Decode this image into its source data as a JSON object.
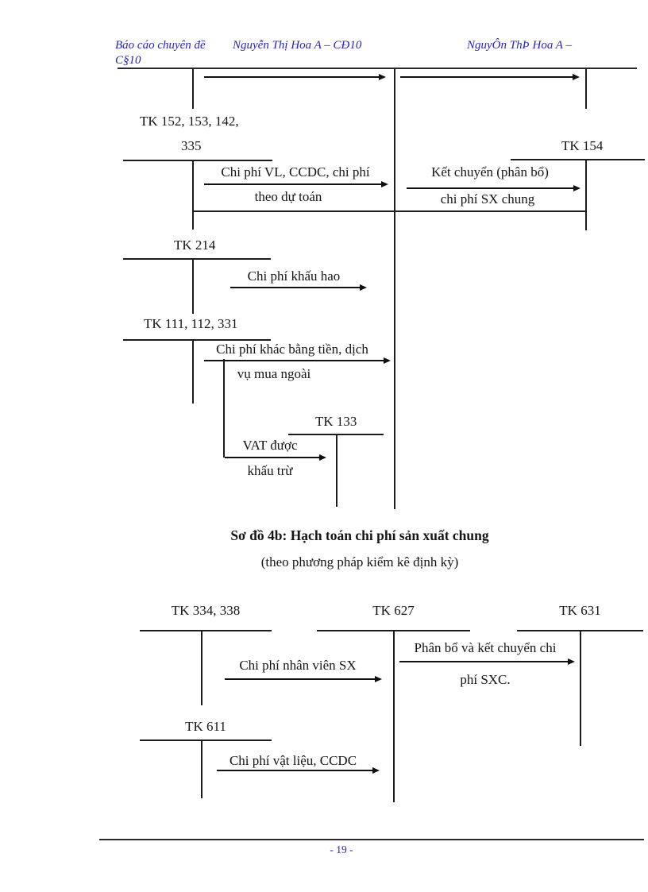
{
  "colors": {
    "header_text": "#2424c4",
    "ink": "#1d1d1d"
  },
  "header": {
    "report_title": "Báo cáo chuyên đề",
    "author_1": "Nguyễn Thị Hoa A – CĐ10",
    "author_2": "NguyÔn ThÞ Hoa A –",
    "author_2_cont": "C§10"
  },
  "top_diagram": {
    "accounts": {
      "tk152": {
        "line1": "TK 152, 153, 142,",
        "line2": "335"
      },
      "tk154": {
        "label": "TK 154"
      },
      "tk214": {
        "label": "TK 214"
      },
      "tk111": {
        "label": "TK 111, 112, 331"
      },
      "tk133": {
        "label": "TK 133"
      }
    },
    "flows": {
      "vl_ccdc": {
        "line1": "Chi phí VL, CCDC, chi phí",
        "line2": "theo dự toán"
      },
      "ket_chuyen": {
        "line1": "Kết chuyển (phân bổ)",
        "line2": "chi phí SX chung"
      },
      "khau_hao": {
        "line1": "Chi phí khấu hao"
      },
      "khac_tien": {
        "line1": "Chi phí khác bằng tiền, dịch",
        "line2": "vụ mua ngoài"
      },
      "vat": {
        "line1": "VAT được",
        "line2": "khấu trừ"
      }
    }
  },
  "caption": {
    "title": "Sơ đồ 4b: Hạch toán chi phí sản xuất chung",
    "subtitle": "(theo phương pháp kiểm kê định kỳ)"
  },
  "bottom_diagram": {
    "accounts": {
      "tk334": {
        "label": "TK 334, 338"
      },
      "tk627": {
        "label": "TK 627"
      },
      "tk631": {
        "label": "TK 631"
      },
      "tk611": {
        "label": "TK 611"
      }
    },
    "flows": {
      "nhan_vien": {
        "line1": "Chi phí nhân viên SX"
      },
      "phan_bo": {
        "line1": "Phân bổ và kết chuyển chi",
        "line2": "phí SXC."
      },
      "vat_lieu": {
        "line1": "Chi phí vật liệu, CCDC"
      }
    }
  },
  "footer": {
    "page_number": "- 19 -"
  }
}
